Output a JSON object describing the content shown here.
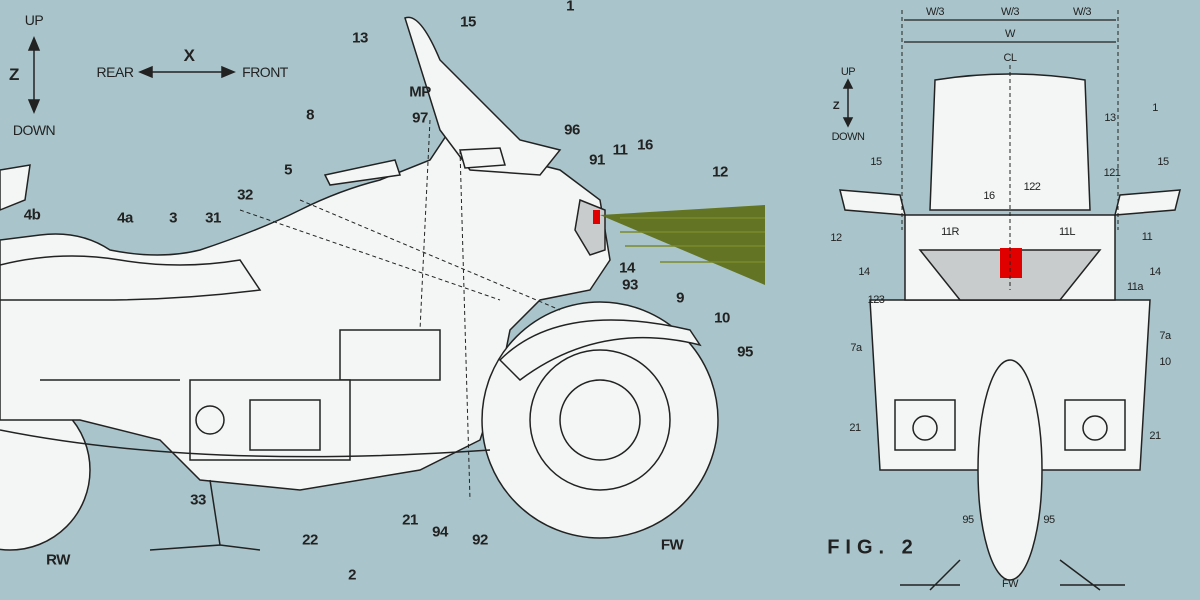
{
  "figure1": {
    "axes": {
      "up": "UP",
      "down": "DOWN",
      "z": "Z",
      "x": "X",
      "rear": "REAR",
      "front": "FRONT"
    },
    "labels": [
      "13",
      "15",
      "1",
      "MP",
      "97",
      "96",
      "91",
      "11",
      "16",
      "12",
      "8",
      "5",
      "32",
      "31",
      "3",
      "4a",
      "4b",
      "14",
      "93",
      "9",
      "10",
      "95",
      "33",
      "22",
      "2",
      "21",
      "94",
      "92",
      "FW",
      "RW"
    ]
  },
  "figure2": {
    "title": "FIG. 2",
    "axes": {
      "up": "UP",
      "down": "DOWN",
      "z": "Z"
    },
    "dimensions": [
      "W/3",
      "W/3",
      "W/3",
      "W",
      "CL"
    ],
    "labels": [
      "13",
      "1",
      "15",
      "15",
      "16",
      "122",
      "121",
      "12",
      "11R",
      "11L",
      "11",
      "14",
      "14",
      "11a",
      "123",
      "7a",
      "7a",
      "10",
      "21",
      "21",
      "95",
      "95",
      "FW"
    ]
  },
  "colors": {
    "background": "#a9c5cb",
    "light_beam": "#5b6b12",
    "sensor": "#e00000",
    "line": "#222222"
  }
}
